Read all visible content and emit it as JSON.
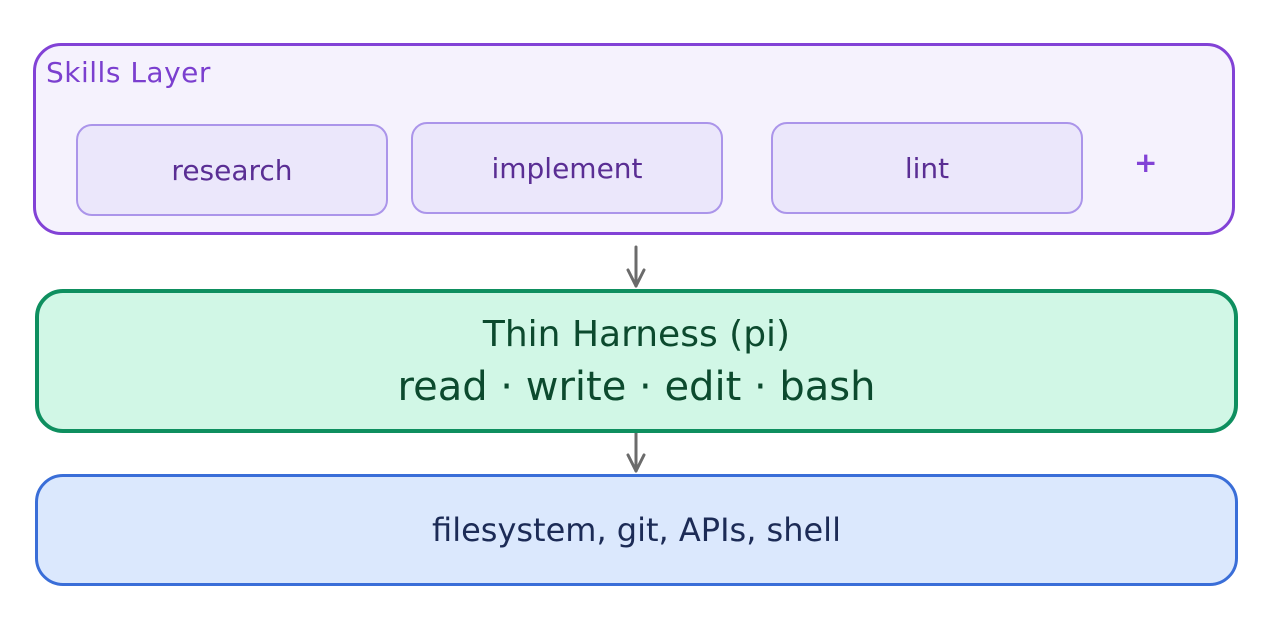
{
  "skills_layer": {
    "label": "Skills Layer",
    "skills": [
      "research",
      "implement",
      "lint"
    ],
    "more": "+"
  },
  "harness": {
    "title": "Thin Harness (pi)",
    "tools": "read · write · edit · bash"
  },
  "environment": {
    "label": "filesystem, git, APIs, shell"
  },
  "colors": {
    "skills_border": "#8242d6",
    "skills_fill": "#f5f2fd",
    "harness_border": "#0e8f5f",
    "harness_fill": "#d1f7e6",
    "env_border": "#3a6ed8",
    "env_fill": "#dbe8fd",
    "arrow": "#6b6b6b"
  }
}
